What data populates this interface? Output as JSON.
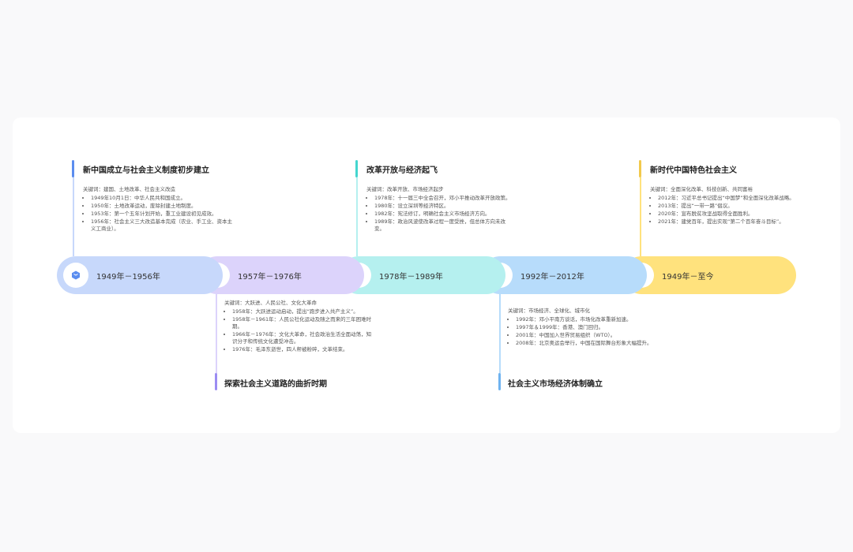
{
  "colors": {
    "stage1": "#c7d8fb",
    "stage1_accent": "#5b8def",
    "stage2": "#dcd3fb",
    "stage2_accent": "#9b8cf2",
    "stage3": "#b5f0ef",
    "stage3_accent": "#44d6cf",
    "stage4": "#b7dcfb",
    "stage4_accent": "#6fb3f0",
    "stage5": "#ffe27d",
    "stage5_accent": "#f2c94c"
  },
  "stages": [
    {
      "date": "1949年－1956年",
      "icon": "cube-icon",
      "title": "新中国成立与社会主义制度初步建立",
      "keywords": "关键词：建国、土地改革、社会主义改造",
      "items": [
        "1949年10月1日：中华人民共和国成立。",
        "1950年：土地改革运动，废除封建土地制度。",
        "1953年：第一个五年计划开始，重工业建设初见成效。",
        "1956年：社会主义三大改造基本完成（农业、手工业、资本主义工商业）。"
      ]
    },
    {
      "date": "1957年－1976年",
      "icon": "bookmark-icon",
      "title": "探索社会主义道路的曲折时期",
      "keywords": "关键词：大跃进、人民公社、文化大革命",
      "items": [
        "1958年：大跃进运动启动，提出“跑步进入共产主义”。",
        "1958年－1961年：人民公社化运动及随之而来的三年困难时期。",
        "1966年－1976年：文化大革命，社会政治生活全面动荡，知识分子和传统文化遭受冲击。",
        "1976年：毛泽东逝世，四人帮被粉碎，文革结束。"
      ]
    },
    {
      "date": "1978年－1989年",
      "icon": "book-open-icon",
      "title": "改革开放与经济起飞",
      "keywords": "关键词：改革开放、市场经济起步",
      "items": [
        "1978年：十一届三中全会召开，邓小平推动改革开放政策。",
        "1980年：设立深圳等经济特区。",
        "1982年：宪法修订，明确社会主义市场经济方向。",
        "1989年：政治风波使改革过程一度受挫，但总体方向未改变。"
      ]
    },
    {
      "date": "1992年－2012年",
      "icon": "circles-icon",
      "title": "社会主义市场经济体制确立",
      "keywords": "关键词：市场经济、全球化、城市化",
      "items": [
        "1992年：邓小平南方谈话，市场化改革重新加速。",
        "1997年＆1999年：香港、澳门回归。",
        "2001年：中国加入世界贸易组织（WTO）。",
        "2008年：北京奥运会举行，中国在国际舞台形象大幅提升。"
      ]
    },
    {
      "date": "1949年－至今",
      "icon": "heart-icon",
      "title": "新时代中国特色社会主义",
      "keywords": "关键词：全面深化改革、科技创新、共同富裕",
      "items": [
        "2012年：习近平总书记提出“中国梦”和全面深化改革战略。",
        "2013年：提出“一带一路”倡议。",
        "2020年：宣布脱贫攻坚战取得全面胜利。",
        "2021年：建党百年，提出实现“第二个百年奋斗目标”。"
      ]
    }
  ]
}
